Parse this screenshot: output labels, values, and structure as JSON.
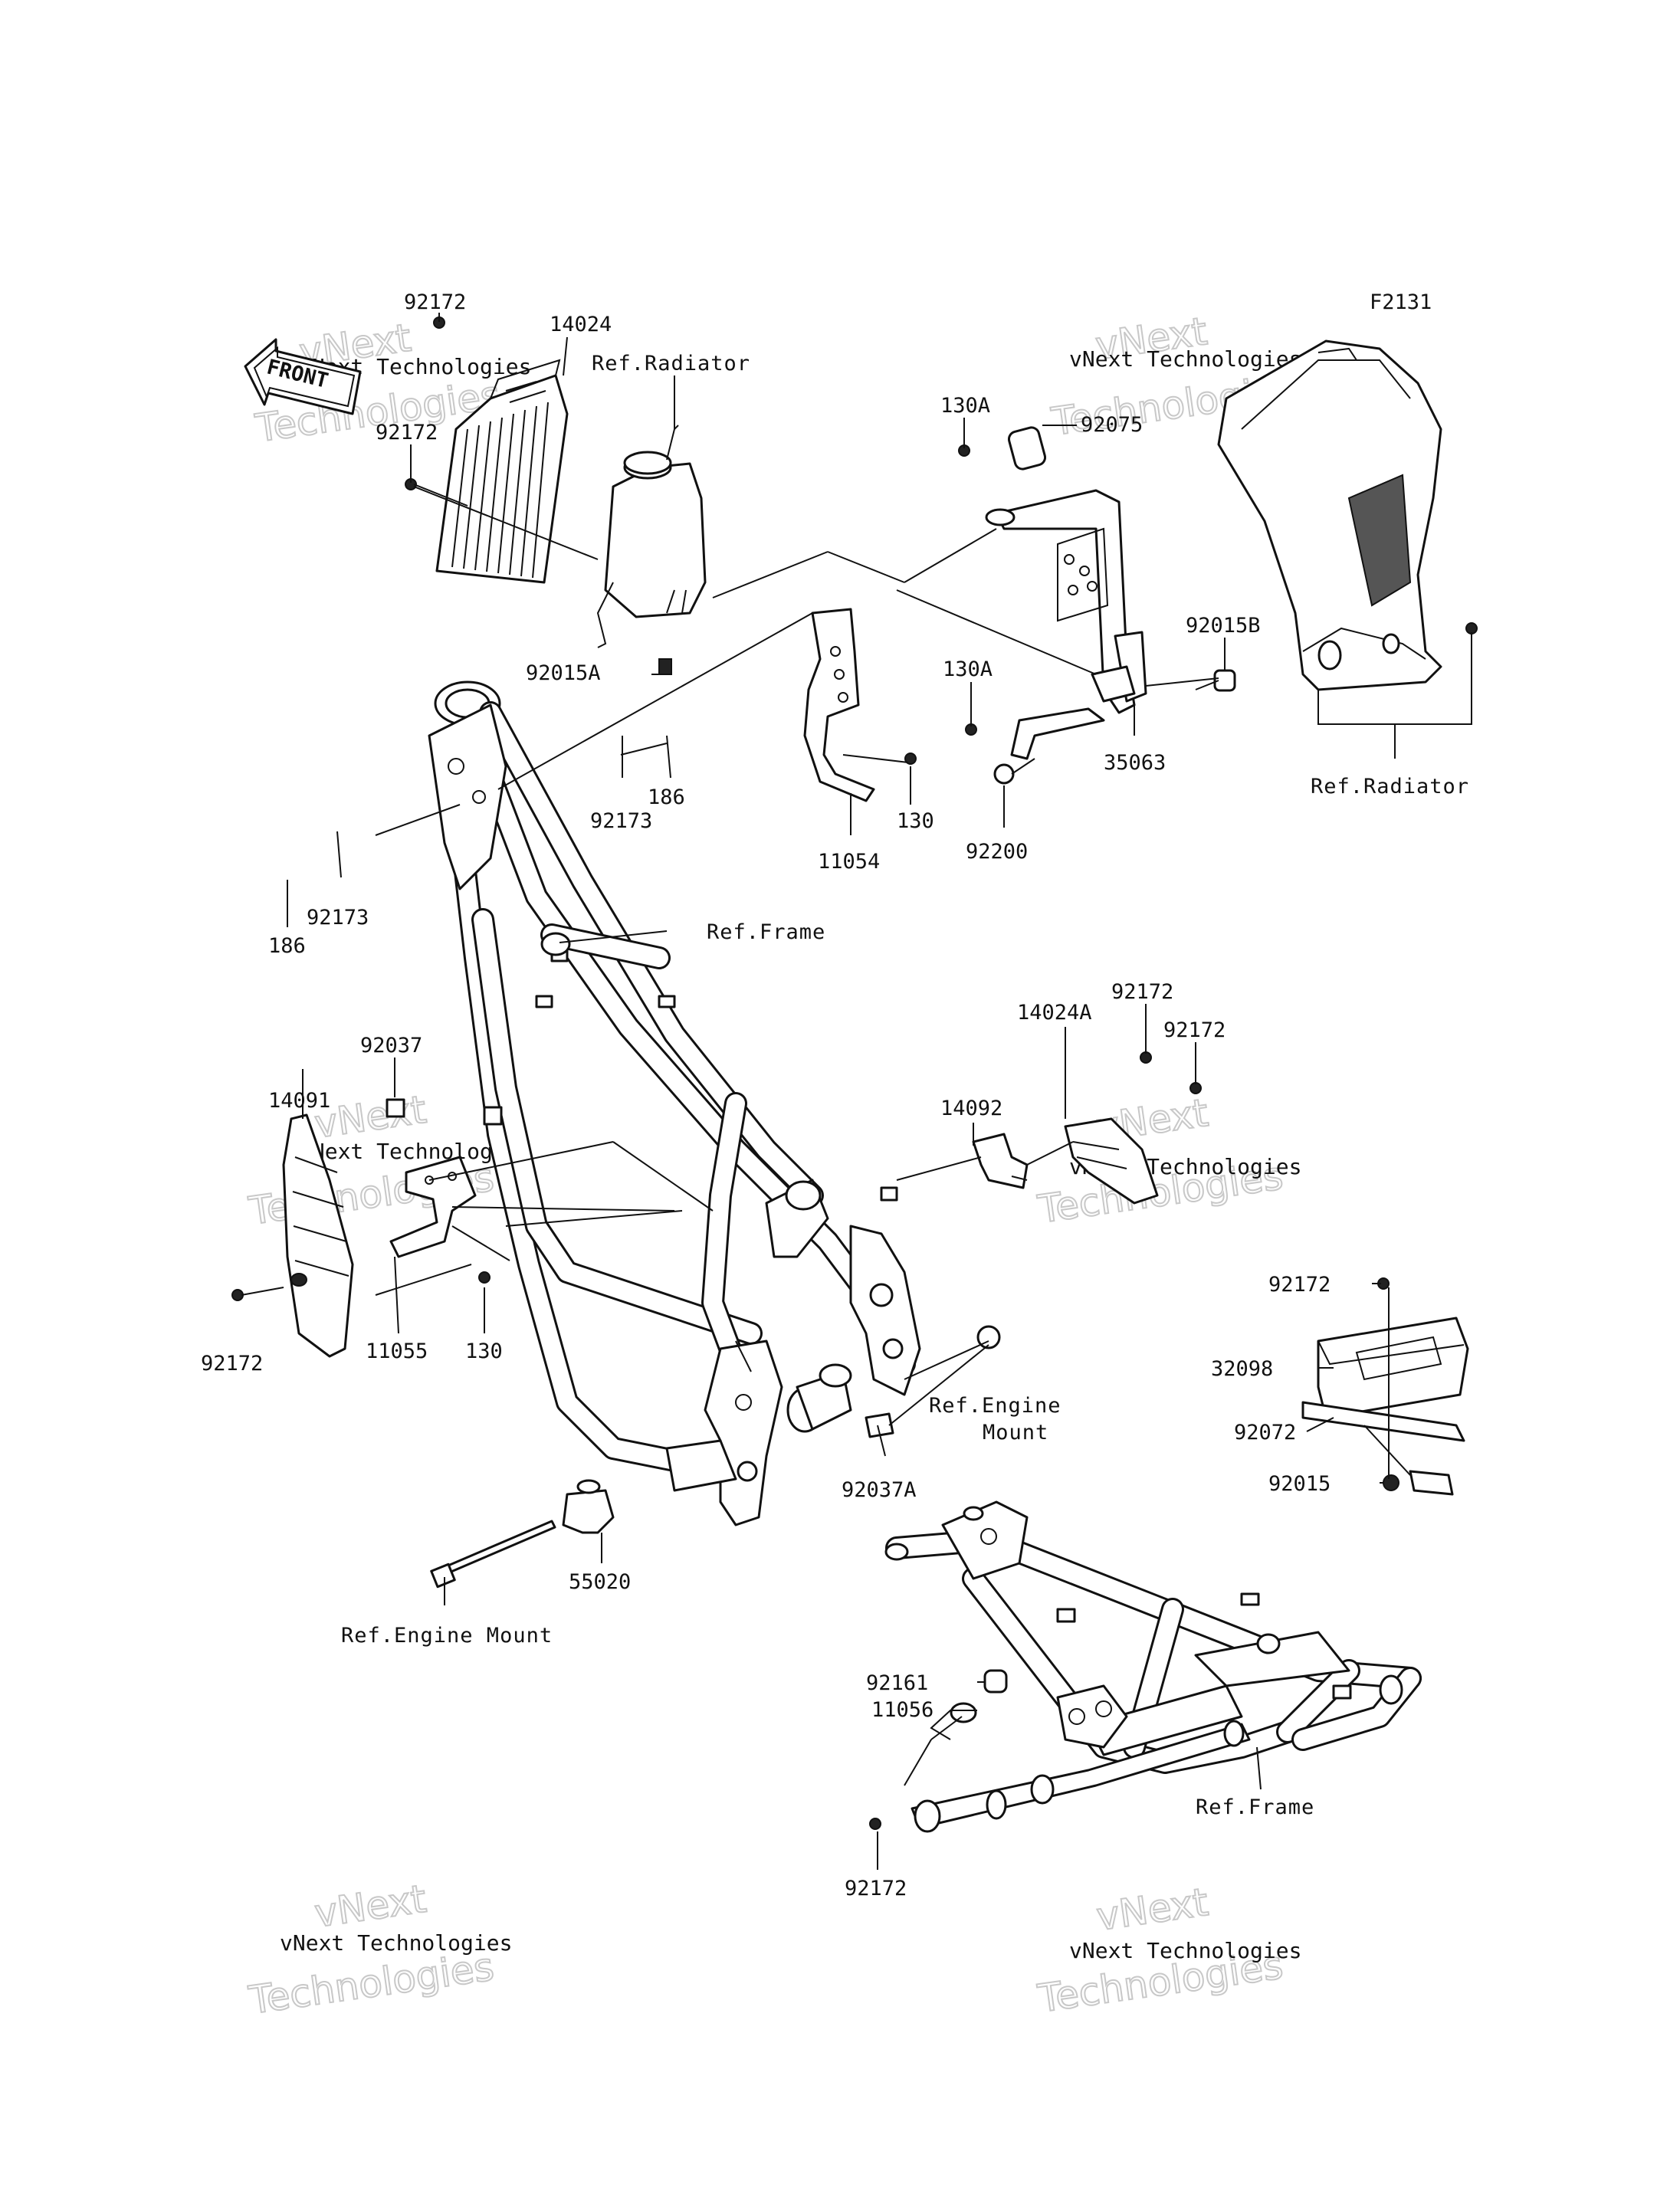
{
  "diagram_code": "F2131",
  "front_arrow": "FRONT",
  "watermark": {
    "line1": "vNext Technologies",
    "line2_a": "vNext",
    "line2_b": "Technologies"
  },
  "labels": {
    "p92172_a": "92172",
    "p14024": "14024",
    "p92172_b": "92172",
    "ref_radiator_a": "Ref.Radiator",
    "p130A_a": "130A",
    "p92075": "92075",
    "p92015B": "92015B",
    "p92015A": "92015A",
    "p130A_b": "130A",
    "p35063": "35063",
    "ref_radiator_b": "Ref.Radiator",
    "p92173_a": "92173",
    "p186_a": "186",
    "p130_a": "130",
    "p11054": "11054",
    "p92200": "92200",
    "p186_b": "186",
    "p92173_b": "92173",
    "ref_frame_a": "Ref.Frame",
    "p92172_c": "92172",
    "p14024A": "14024A",
    "p92172_d": "92172",
    "p92037": "92037",
    "p14092": "14092",
    "p14091": "14091",
    "p92172_e": "92172",
    "p11055": "11055",
    "p130_b": "130",
    "p92172_f": "92172",
    "p32098": "32098",
    "ref_engine_mount_a_1": "Ref.Engine",
    "ref_engine_mount_a_2": "Mount",
    "p92072": "92072",
    "p92037A": "92037A",
    "p92015": "92015",
    "p55020": "55020",
    "ref_engine_mount_b": "Ref.Engine Mount",
    "p92161": "92161",
    "p11056": "11056",
    "ref_frame_b": "Ref.Frame",
    "p92172_g": "92172"
  }
}
